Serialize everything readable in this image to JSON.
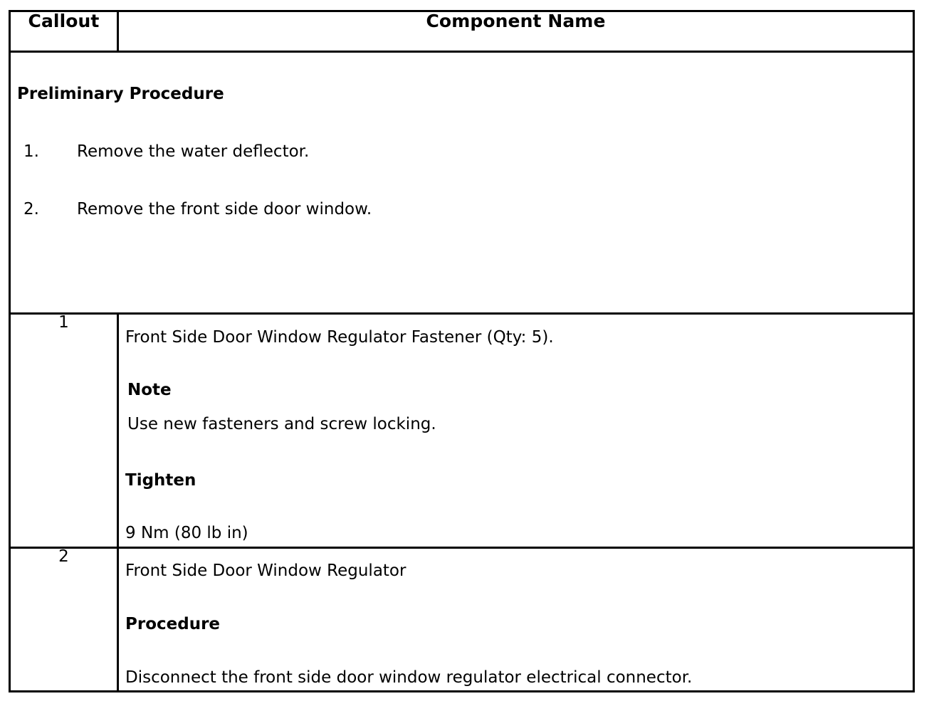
{
  "table": {
    "headers": {
      "callout": "Callout",
      "component_name": "Component Name"
    },
    "preliminary": {
      "title": "Preliminary Procedure",
      "steps": [
        {
          "number": "1.",
          "text": "Remove the water deflector."
        },
        {
          "number": "2.",
          "text": "Remove the front side door window."
        }
      ]
    },
    "rows": [
      {
        "callout": "1",
        "component_name": "Front Side Door Window Regulator Fastener (Qty: 5).",
        "note_label": "Note",
        "note_text": "Use new fasteners and screw locking.",
        "tighten_label": "Tighten",
        "tighten_value": "9 Nm (80 lb in)"
      },
      {
        "callout": "2",
        "component_name": "Front Side Door Window Regulator",
        "procedure_label": "Procedure",
        "procedure_text": "Disconnect the front side door window regulator electrical connector."
      }
    ]
  },
  "colors": {
    "border": "#000000",
    "text": "#000000",
    "background": "#ffffff"
  }
}
